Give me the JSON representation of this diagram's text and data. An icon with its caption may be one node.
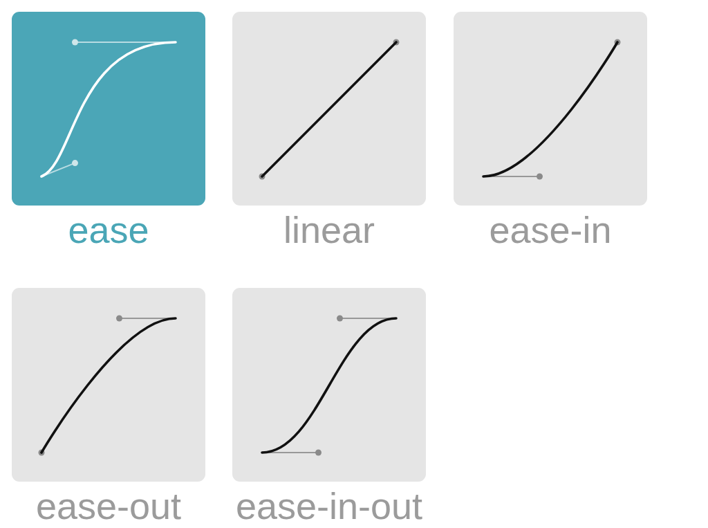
{
  "diagram": {
    "nodes": [
      {
        "text": [
          "ease"
        ]
      },
      {
        "text": [
          "linear"
        ]
      },
      {
        "text": [
          "ease-in"
        ]
      },
      {
        "text": [
          "ease-out"
        ]
      },
      {
        "text": [
          "ease-in-out"
        ]
      }
    ]
  }
}
